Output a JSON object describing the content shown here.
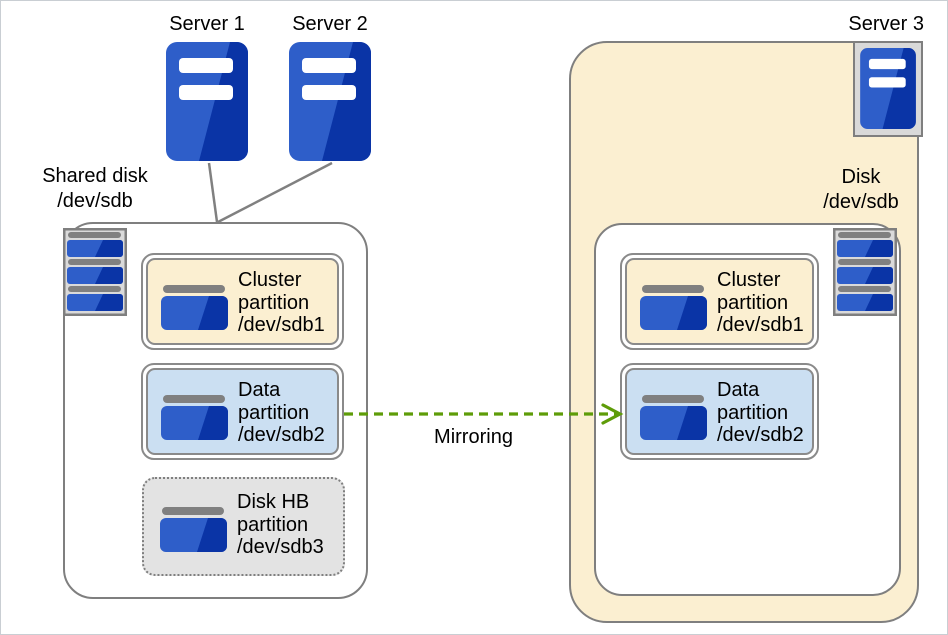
{
  "servers": [
    {
      "label": "Server 1"
    },
    {
      "label": "Server 2"
    },
    {
      "label": "Server 3"
    }
  ],
  "shared_disk_label": {
    "lines": [
      "Shared disk",
      "/dev/sdb"
    ]
  },
  "disk_label": {
    "lines": [
      "Disk",
      "/dev/sdb"
    ]
  },
  "left_partitions": [
    {
      "name": "cluster-partition",
      "lines": [
        "Cluster",
        "partition",
        "/dev/sdb1"
      ]
    },
    {
      "name": "data-partition",
      "lines": [
        "Data",
        "partition",
        "/dev/sdb2"
      ]
    },
    {
      "name": "disk-hb-partition",
      "lines": [
        "Disk HB",
        "partition",
        "/dev/sdb3"
      ]
    }
  ],
  "right_partitions": [
    {
      "name": "cluster-partition",
      "lines": [
        "Cluster",
        "partition",
        "/dev/sdb1"
      ]
    },
    {
      "name": "data-partition",
      "lines": [
        "Data",
        "partition",
        "/dev/sdb2"
      ]
    }
  ],
  "mirroring_label": "Mirroring",
  "colors": {
    "server_blue_light": "#2e5ec9",
    "server_blue_dark": "#0a34a6",
    "cluster_partition_fill": "#fbefd1",
    "data_partition_fill": "#cbdff2",
    "disk_hb_fill": "#e3e3e3",
    "border_gray": "#7f7f7f",
    "mirroring_green": "#5e9c08"
  },
  "icons": {
    "server": "server-icon",
    "disk_stack": "disk-stack-icon",
    "partition": "partition-icon"
  }
}
